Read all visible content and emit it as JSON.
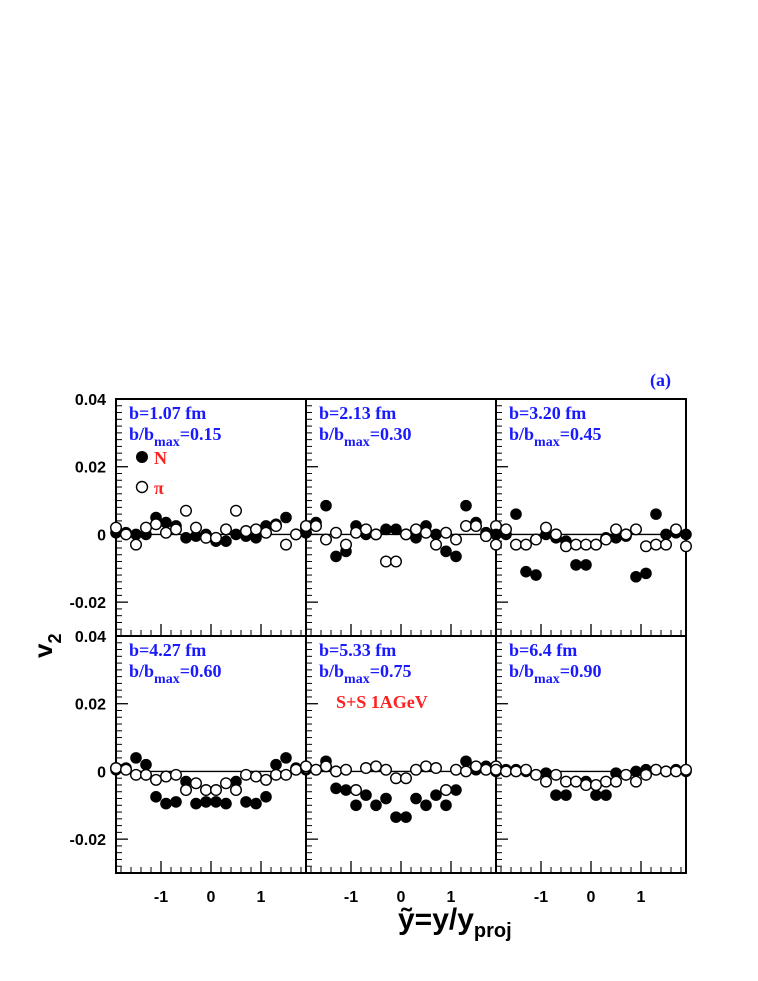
{
  "figure_label": "(a)",
  "x_axis_title": {
    "main": "ỹ=y/y",
    "sub": "proj"
  },
  "y_axis_title": {
    "main": "v",
    "sub": "2"
  },
  "legend": {
    "nucleon": "N",
    "pion": "π"
  },
  "system_label": "S+S 1AGeV",
  "colors": {
    "panel_text": "#1a1aff",
    "legend_text": "#ff2020",
    "markers": "#000000"
  },
  "panels": [
    {
      "b": "b=1.07 fm",
      "bb_prefix": "b/b",
      "bb_sub": "max",
      "bb_value": "=0.15"
    },
    {
      "b": "b=2.13 fm",
      "bb_prefix": "b/b",
      "bb_sub": "max",
      "bb_value": "=0.30"
    },
    {
      "b": "b=3.20 fm",
      "bb_prefix": "b/b",
      "bb_sub": "max",
      "bb_value": "=0.45"
    },
    {
      "b": "b=4.27 fm",
      "bb_prefix": "b/b",
      "bb_sub": "max",
      "bb_value": "=0.60"
    },
    {
      "b": "b=5.33 fm",
      "bb_prefix": "b/b",
      "bb_sub": "max",
      "bb_value": "=0.75"
    },
    {
      "b": "b=6.4 fm",
      "bb_prefix": "b/b",
      "bb_sub": "max",
      "bb_value": "=0.90"
    }
  ],
  "chart_data": {
    "type": "scatter",
    "layout": "2x3 grid of panels with shared axes",
    "xlim": [
      -1.9,
      1.9
    ],
    "ylim": [
      -0.03,
      0.04
    ],
    "x_ticks": [
      -1,
      0,
      1
    ],
    "x_tick_labels": [
      "-1",
      "0",
      "1"
    ],
    "y_ticks": [
      0.04,
      0.02,
      0,
      -0.02
    ],
    "y_tick_labels": [
      "0.04",
      "0.02",
      "0",
      "-0.02"
    ],
    "reference_line": 0,
    "x": [
      -1.9,
      -1.7,
      -1.5,
      -1.3,
      -1.1,
      -0.9,
      -0.7,
      -0.5,
      -0.3,
      -0.1,
      0.1,
      0.3,
      0.5,
      0.7,
      0.9,
      1.1,
      1.3,
      1.5,
      1.7,
      1.9
    ],
    "series_markers": [
      {
        "marker": "filled circle"
      },
      {
        "marker": "open circle"
      }
    ],
    "panels": [
      {
        "series": [
          {
            "name": "N",
            "values": [
              0.0005,
              0.0005,
              0.0,
              0.0,
              0.005,
              0.0035,
              0.0025,
              -0.001,
              -0.0005,
              0.0,
              -0.002,
              -0.002,
              0.0,
              -0.0005,
              -0.001,
              0.0025,
              0.003,
              0.005,
              0.0,
              0.0005
            ]
          },
          {
            "name": "π",
            "values": [
              0.002,
              0.0,
              -0.003,
              0.002,
              0.003,
              0.0005,
              0.0015,
              0.007,
              0.002,
              -0.001,
              -0.001,
              0.0015,
              0.007,
              0.001,
              0.0015,
              0.0005,
              0.0025,
              -0.003,
              0.0,
              0.002
            ]
          }
        ]
      },
      {
        "series": [
          {
            "name": "N",
            "values": [
              0.0005,
              0.0035,
              0.0085,
              -0.0065,
              -0.005,
              0.0025,
              0.0,
              0.0,
              0.0015,
              0.0015,
              0.0,
              -0.001,
              0.0025,
              0.0,
              -0.005,
              -0.0065,
              0.0085,
              0.0035,
              0.0005,
              0.0005
            ]
          },
          {
            "name": "π",
            "values": [
              0.0025,
              0.0025,
              -0.0015,
              0.0005,
              -0.003,
              0.0005,
              0.0015,
              0.0,
              -0.008,
              -0.008,
              0.0,
              0.0015,
              0.0005,
              -0.003,
              0.0005,
              -0.0015,
              0.0025,
              0.0025,
              -0.0005,
              0.0025
            ]
          }
        ]
      },
      {
        "series": [
          {
            "name": "N",
            "values": [
              0.0,
              0.0,
              0.006,
              -0.011,
              -0.012,
              0.0,
              -0.001,
              -0.002,
              -0.009,
              -0.009,
              -0.003,
              -0.001,
              -0.001,
              -0.0005,
              -0.0125,
              -0.0115,
              0.006,
              0.0,
              0.0005,
              0.0
            ]
          },
          {
            "name": "π",
            "values": [
              -0.003,
              0.0015,
              -0.003,
              -0.003,
              -0.0015,
              0.002,
              0.0,
              -0.0035,
              -0.003,
              -0.003,
              -0.003,
              -0.0015,
              0.0015,
              0.0,
              0.0015,
              -0.0035,
              -0.003,
              -0.003,
              0.0015,
              -0.0035
            ]
          }
        ]
      },
      {
        "series": [
          {
            "name": "N",
            "values": [
              0.0005,
              0.001,
              0.004,
              0.002,
              -0.0075,
              -0.0095,
              -0.009,
              -0.003,
              -0.0095,
              -0.009,
              -0.009,
              -0.0095,
              -0.003,
              -0.009,
              -0.0095,
              -0.0075,
              0.002,
              0.004,
              0.001,
              0.0005
            ]
          },
          {
            "name": "π",
            "values": [
              0.001,
              0.0005,
              -0.001,
              -0.001,
              -0.0025,
              -0.0015,
              -0.001,
              -0.0055,
              -0.0035,
              -0.0055,
              -0.0055,
              -0.0035,
              -0.0055,
              -0.001,
              -0.0015,
              -0.0025,
              -0.001,
              -0.001,
              0.0005,
              0.001
            ]
          }
        ]
      },
      {
        "series": [
          {
            "name": "N",
            "values": [
              0.0015,
              0.0005,
              0.003,
              -0.005,
              -0.0055,
              -0.01,
              -0.007,
              -0.01,
              -0.008,
              -0.0135,
              -0.0135,
              -0.008,
              -0.01,
              -0.007,
              -0.01,
              -0.0055,
              0.003,
              0.0005,
              0.0015,
              0.0005
            ]
          },
          {
            "name": "π",
            "values": [
              0.0015,
              0.0005,
              0.0015,
              0.0,
              0.0005,
              -0.0055,
              0.001,
              0.0015,
              0.0005,
              -0.002,
              -0.002,
              0.0005,
              0.0015,
              0.001,
              -0.0055,
              0.0005,
              0.0,
              0.0015,
              0.0005,
              0.0015
            ]
          }
        ]
      },
      {
        "series": [
          {
            "name": "N",
            "values": [
              0.0,
              0.0005,
              0.0005,
              0.0,
              -0.001,
              -0.0005,
              -0.007,
              -0.007,
              -0.003,
              -0.003,
              -0.007,
              -0.007,
              -0.0005,
              -0.001,
              0.0,
              0.0005,
              0.0005,
              0.0,
              0.0005,
              0.0
            ]
          },
          {
            "name": "π",
            "values": [
              0.0005,
              0.0,
              0.0,
              0.0005,
              -0.001,
              -0.003,
              -0.001,
              -0.003,
              -0.003,
              -0.004,
              -0.004,
              -0.003,
              -0.003,
              -0.001,
              -0.003,
              -0.001,
              0.0005,
              0.0,
              0.0,
              0.0005
            ]
          }
        ]
      }
    ]
  }
}
